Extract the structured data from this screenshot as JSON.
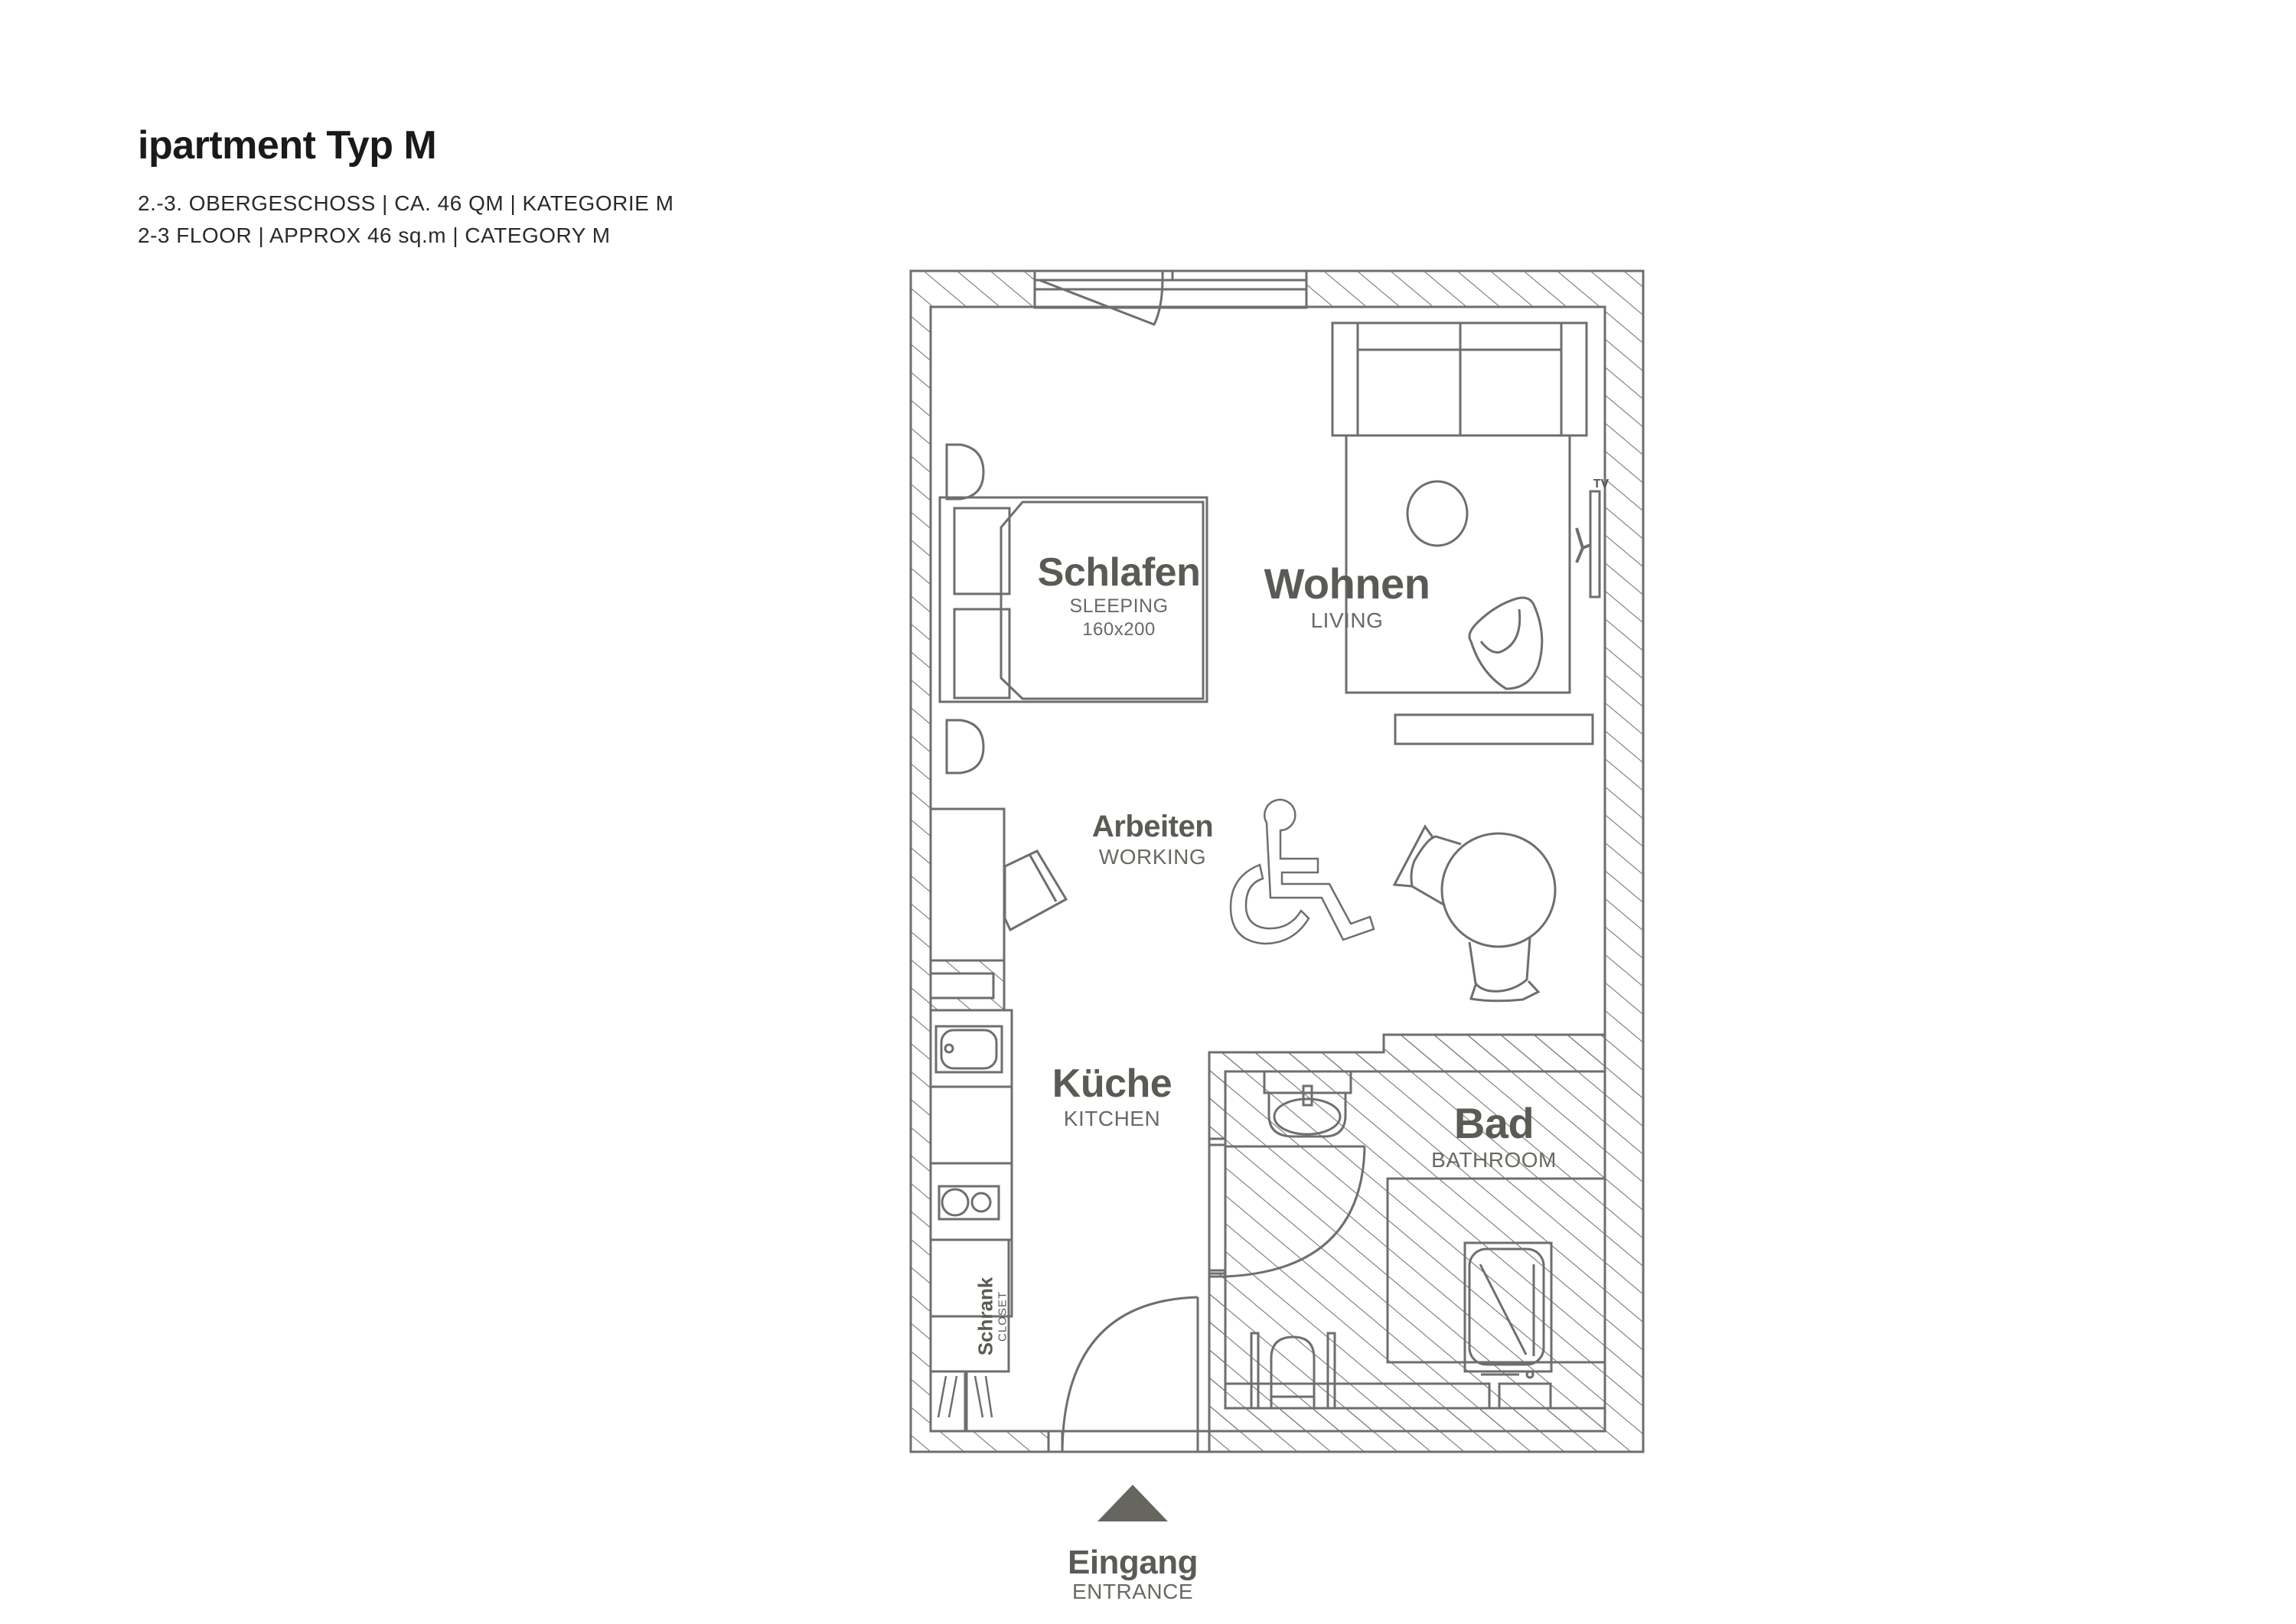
{
  "header": {
    "title": "ipartment Typ M",
    "subtitle_de": "2.-3. OBERGESCHOSS | CA. 46 QM | KATEGORIE M",
    "subtitle_en": "2-3 FLOOR | APPROX 46 sq.m | CATEGORY M"
  },
  "rooms": {
    "sleeping": {
      "label": "Schlafen",
      "sublabel": "SLEEPING",
      "detail": "160x200"
    },
    "living": {
      "label": "Wohnen",
      "sublabel": "LIVING"
    },
    "working": {
      "label": "Arbeiten",
      "sublabel": "WORKING"
    },
    "kitchen": {
      "label": "Küche",
      "sublabel": "KITCHEN"
    },
    "bathroom": {
      "label": "Bad",
      "sublabel": "BATHROOM"
    },
    "closet": {
      "label": "Schrank",
      "sublabel": "CLOSET"
    }
  },
  "fixtures": {
    "tv_label": "TV"
  },
  "entrance": {
    "label": "Eingang",
    "sublabel": "ENTRANCE",
    "icon": "triangle-up-icon"
  },
  "colors": {
    "line": "#6e6e6e",
    "label": "#5b5a55",
    "title": "#1a1a1a",
    "arrow": "#66655f"
  }
}
